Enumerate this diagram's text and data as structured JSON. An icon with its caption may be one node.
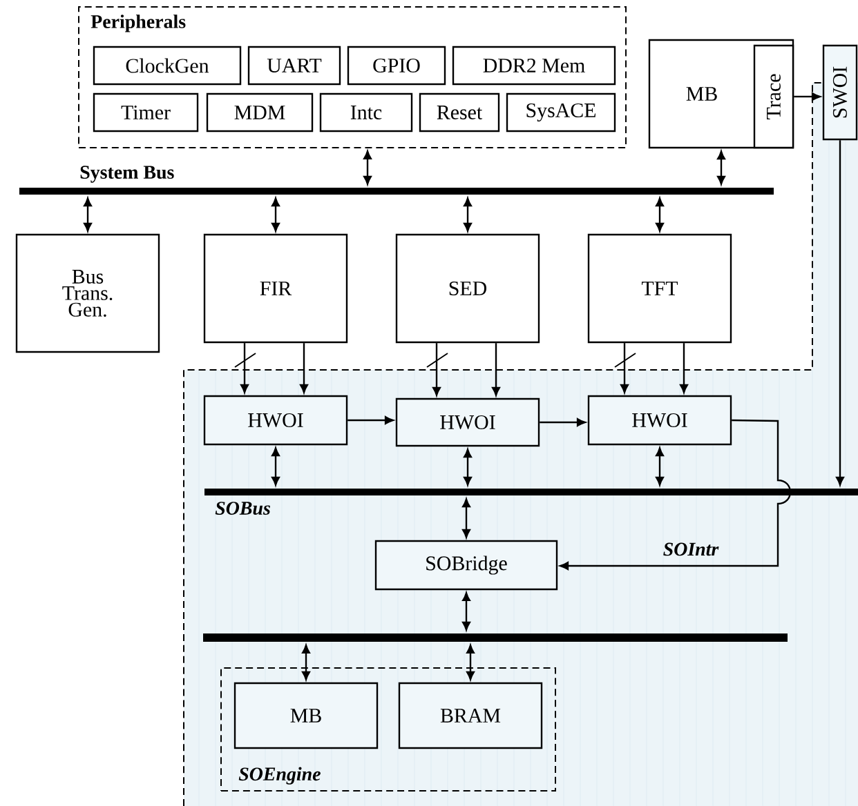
{
  "diagram": {
    "nodes": [
      {
        "text": [
          "Peripherals"
        ]
      },
      {
        "text": [
          "ClockGen"
        ],
        "in": 0
      },
      {
        "text": [
          "UART"
        ],
        "in": 0
      },
      {
        "text": [
          "GPIO"
        ],
        "in": 0
      },
      {
        "text": [
          "DDR2 Mem"
        ],
        "in": 0
      },
      {
        "text": [
          "Timer"
        ],
        "in": 0
      },
      {
        "text": [
          "MDM"
        ],
        "in": 0
      },
      {
        "text": [
          "Intc"
        ],
        "in": 0
      },
      {
        "text": [
          "Reset"
        ],
        "in": 0
      },
      {
        "text": [
          "SysACE"
        ],
        "in": 0
      },
      {
        "text": [
          "MB"
        ]
      },
      {
        "text": [
          "Trace"
        ],
        "in": 10
      },
      {
        "text": [
          "SWOI"
        ]
      },
      {
        "text": [
          "System Bus"
        ]
      },
      {
        "text": [
          "Bus Trans. Gen."
        ]
      },
      {
        "text": [
          "FIR"
        ]
      },
      {
        "text": [
          "SED"
        ]
      },
      {
        "text": [
          "TFT"
        ]
      },
      {
        "text": [
          "HWOI"
        ]
      },
      {
        "text": [
          "HWOI"
        ]
      },
      {
        "text": [
          "HWOI"
        ]
      },
      {
        "text": [
          "SOBus"
        ]
      },
      {
        "text": [
          "SOBridge"
        ]
      },
      {
        "text": [],
        "shape": "bar"
      },
      {
        "text": [
          "SOEngine"
        ]
      },
      {
        "text": [
          "MB"
        ],
        "in": 24
      },
      {
        "text": [
          "BRAM"
        ],
        "in": 24
      }
    ],
    "edges": [
      {
        "from": 0,
        "to": 13,
        "arrow": "both"
      },
      {
        "from": 10,
        "to": 13,
        "arrow": "both"
      },
      {
        "from": 11,
        "to": 12,
        "arrow": "to"
      },
      {
        "from": 13,
        "to": 14,
        "arrow": "both"
      },
      {
        "from": 13,
        "to": 15,
        "arrow": "both"
      },
      {
        "from": 13,
        "to": 16,
        "arrow": "both"
      },
      {
        "from": 13,
        "to": 17,
        "arrow": "both"
      },
      {
        "from": 15,
        "to": 18,
        "arrow": "to"
      },
      {
        "from": 15,
        "to": 18,
        "arrow": "to"
      },
      {
        "from": 16,
        "to": 19,
        "arrow": "to"
      },
      {
        "from": 16,
        "to": 19,
        "arrow": "to"
      },
      {
        "from": 17,
        "to": 20,
        "arrow": "to"
      },
      {
        "from": 17,
        "to": 20,
        "arrow": "to"
      },
      {
        "from": 18,
        "to": 19,
        "arrow": "to"
      },
      {
        "from": 19,
        "to": 20,
        "arrow": "to"
      },
      {
        "from": 18,
        "to": 21,
        "arrow": "both"
      },
      {
        "from": 19,
        "to": 21,
        "arrow": "both"
      },
      {
        "from": 20,
        "to": 21,
        "arrow": "both"
      },
      {
        "from": 12,
        "to": 21,
        "arrow": "to"
      },
      {
        "from": 20,
        "to": 22,
        "arrow": "to",
        "label": "SOIntr"
      },
      {
        "from": 21,
        "to": 22,
        "arrow": "both"
      },
      {
        "from": 22,
        "to": 23,
        "arrow": "both"
      },
      {
        "from": 23,
        "to": 25,
        "arrow": "both"
      },
      {
        "from": 23,
        "to": 26,
        "arrow": "both"
      }
    ]
  }
}
